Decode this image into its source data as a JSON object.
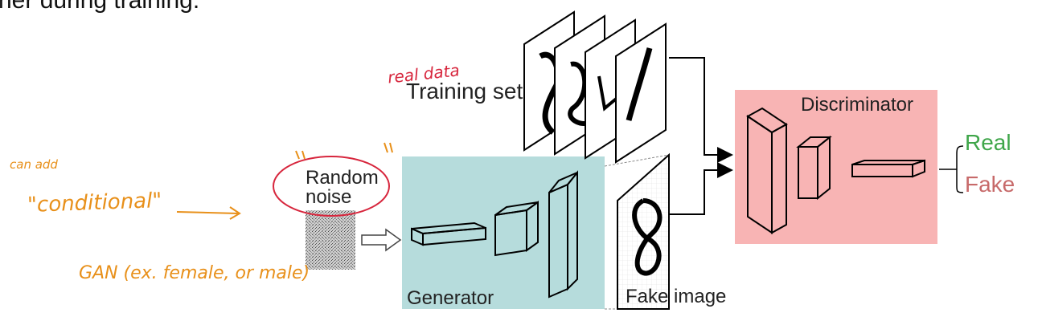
{
  "header_fragment": "ner during training.",
  "labels": {
    "training_set": "Training set",
    "random_noise_line1": "Random",
    "random_noise_line2": "noise",
    "generator": "Generator",
    "fake_image": "Fake image",
    "discriminator": "Discriminator",
    "output_real": "Real",
    "output_fake": "Fake"
  },
  "annotations": {
    "real_data": "real data",
    "can_add": "can add",
    "conditional": "\"conditional\"",
    "gan_example": "GAN (ex. female, or male)"
  },
  "colors": {
    "generator_box": "#b6dcdc",
    "discriminator_box": "#f8b4b4",
    "real": "#3fa64a",
    "fake": "#c76a6a",
    "annotation_red": "#d7263d",
    "annotation_orange": "#e8901a"
  },
  "icons": [
    "noise-texture-icon",
    "digit-image-icon",
    "arrow-icon"
  ]
}
